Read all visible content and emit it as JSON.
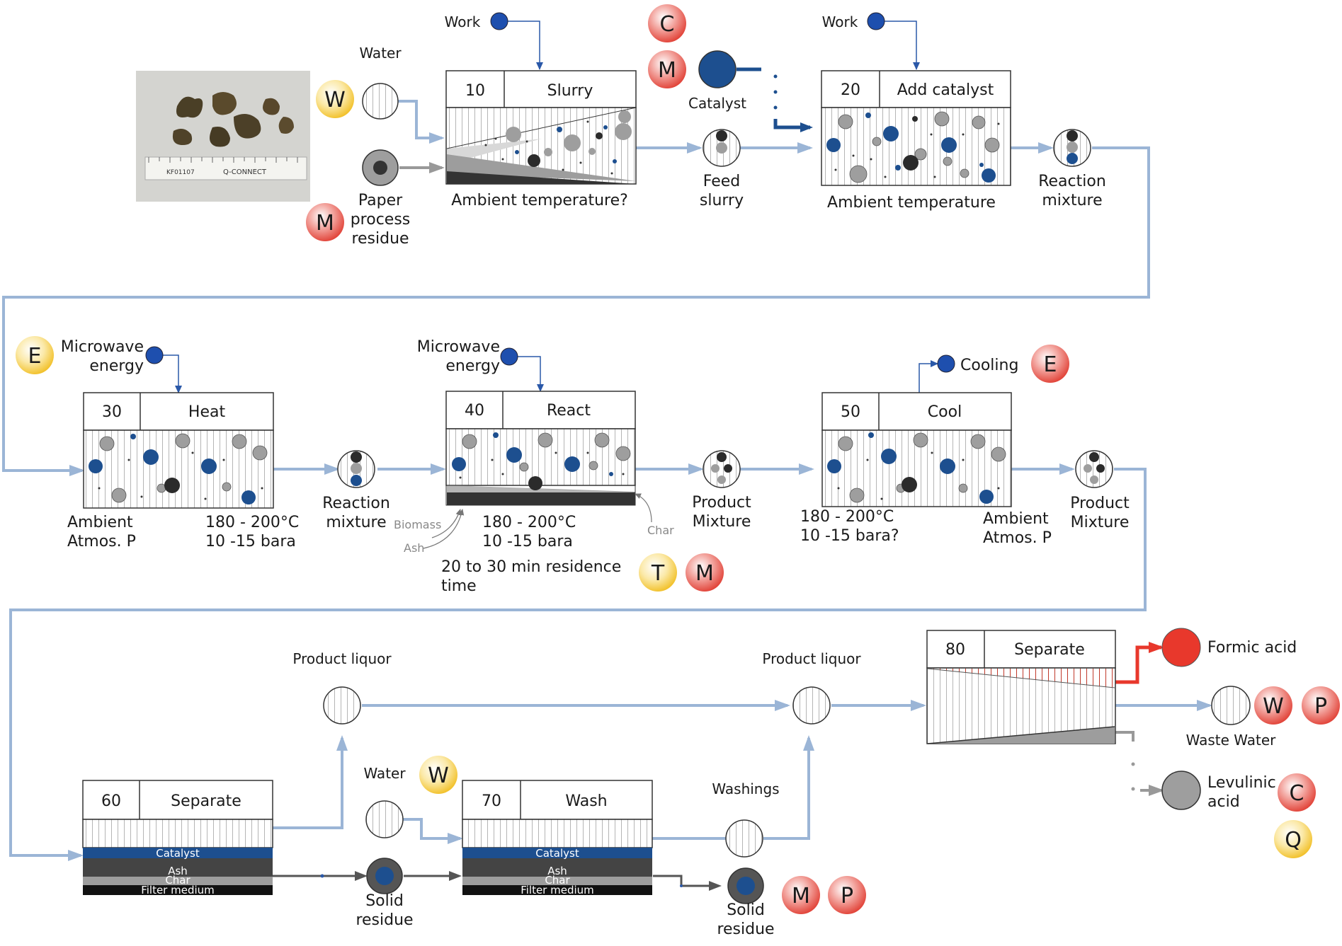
{
  "colors": {
    "flow": "#9bb5d6",
    "signal": "#2a58a8",
    "dark_blue": "#1d4f8f",
    "badge_red": "#e8453c",
    "badge_yellow": "#f5c533",
    "formic": "#e8382c",
    "grey": "#888888",
    "dark": "#333333"
  },
  "photo": {
    "ruler_text_1": "KF01107",
    "ruler_text_2": "Q-CONNECT"
  },
  "units": [
    {
      "id": "10",
      "name": "Slurry"
    },
    {
      "id": "20",
      "name": "Add catalyst"
    },
    {
      "id": "30",
      "name": "Heat"
    },
    {
      "id": "40",
      "name": "React"
    },
    {
      "id": "50",
      "name": "Cool"
    },
    {
      "id": "60",
      "name": "Separate"
    },
    {
      "id": "70",
      "name": "Wash"
    },
    {
      "id": "80",
      "name": "Separate"
    }
  ],
  "row1": {
    "water": "Water",
    "paper_1": "Paper",
    "paper_2": "process",
    "paper_3": "residue",
    "work_1": "Work",
    "work_2": "Work",
    "slurry_cond": "Ambient temperature?",
    "catalyst": "Catalyst",
    "feed_1": "Feed",
    "feed_2": "slurry",
    "addcat_cond": "Ambient temperature",
    "rxn_1": "Reaction",
    "rxn_2": "mixture"
  },
  "row2": {
    "mw1_1": "Microwave",
    "mw1_2": "energy",
    "mw2_1": "Microwave",
    "mw2_2": "energy",
    "cooling": "Cooling",
    "heat_in_1": "Ambient",
    "heat_in_2": "Atmos. P",
    "heat_out_1": "180 - 200°C",
    "heat_out_2": "10 -15 bara",
    "rxn_1": "Reaction",
    "rxn_2": "mixture",
    "biomass": "Biomass",
    "ash": "Ash",
    "char": "Char",
    "react_1": "180 - 200°C",
    "react_2": "10 -15 bara",
    "react_3": "20 to 30 min residence",
    "react_4": "time",
    "prod1_1": "Product",
    "prod1_2": "Mixture",
    "cool_in_1": "180 - 200°C",
    "cool_in_2": "10 -15 bara?",
    "cool_out_1": "Ambient",
    "cool_out_2": "Atmos. P",
    "prod2_1": "Product",
    "prod2_2": "Mixture"
  },
  "row3": {
    "liquor_1": "Product liquor",
    "liquor_2": "Product liquor",
    "water": "Water",
    "washings": "Washings",
    "solid1_1": "Solid",
    "solid1_2": "residue",
    "solid2_1": "Solid",
    "solid2_2": "residue",
    "formic": "Formic acid",
    "waste": "Waste Water",
    "lev_1": "Levulinic",
    "lev_2": "acid",
    "band_catalyst": "Catalyst",
    "band_ash": "Ash",
    "band_char": "Char",
    "band_filter": "Filter medium"
  },
  "badges": {
    "C": "C",
    "M": "M",
    "W": "W",
    "E": "E",
    "T": "T",
    "P": "P",
    "Q": "Q"
  }
}
